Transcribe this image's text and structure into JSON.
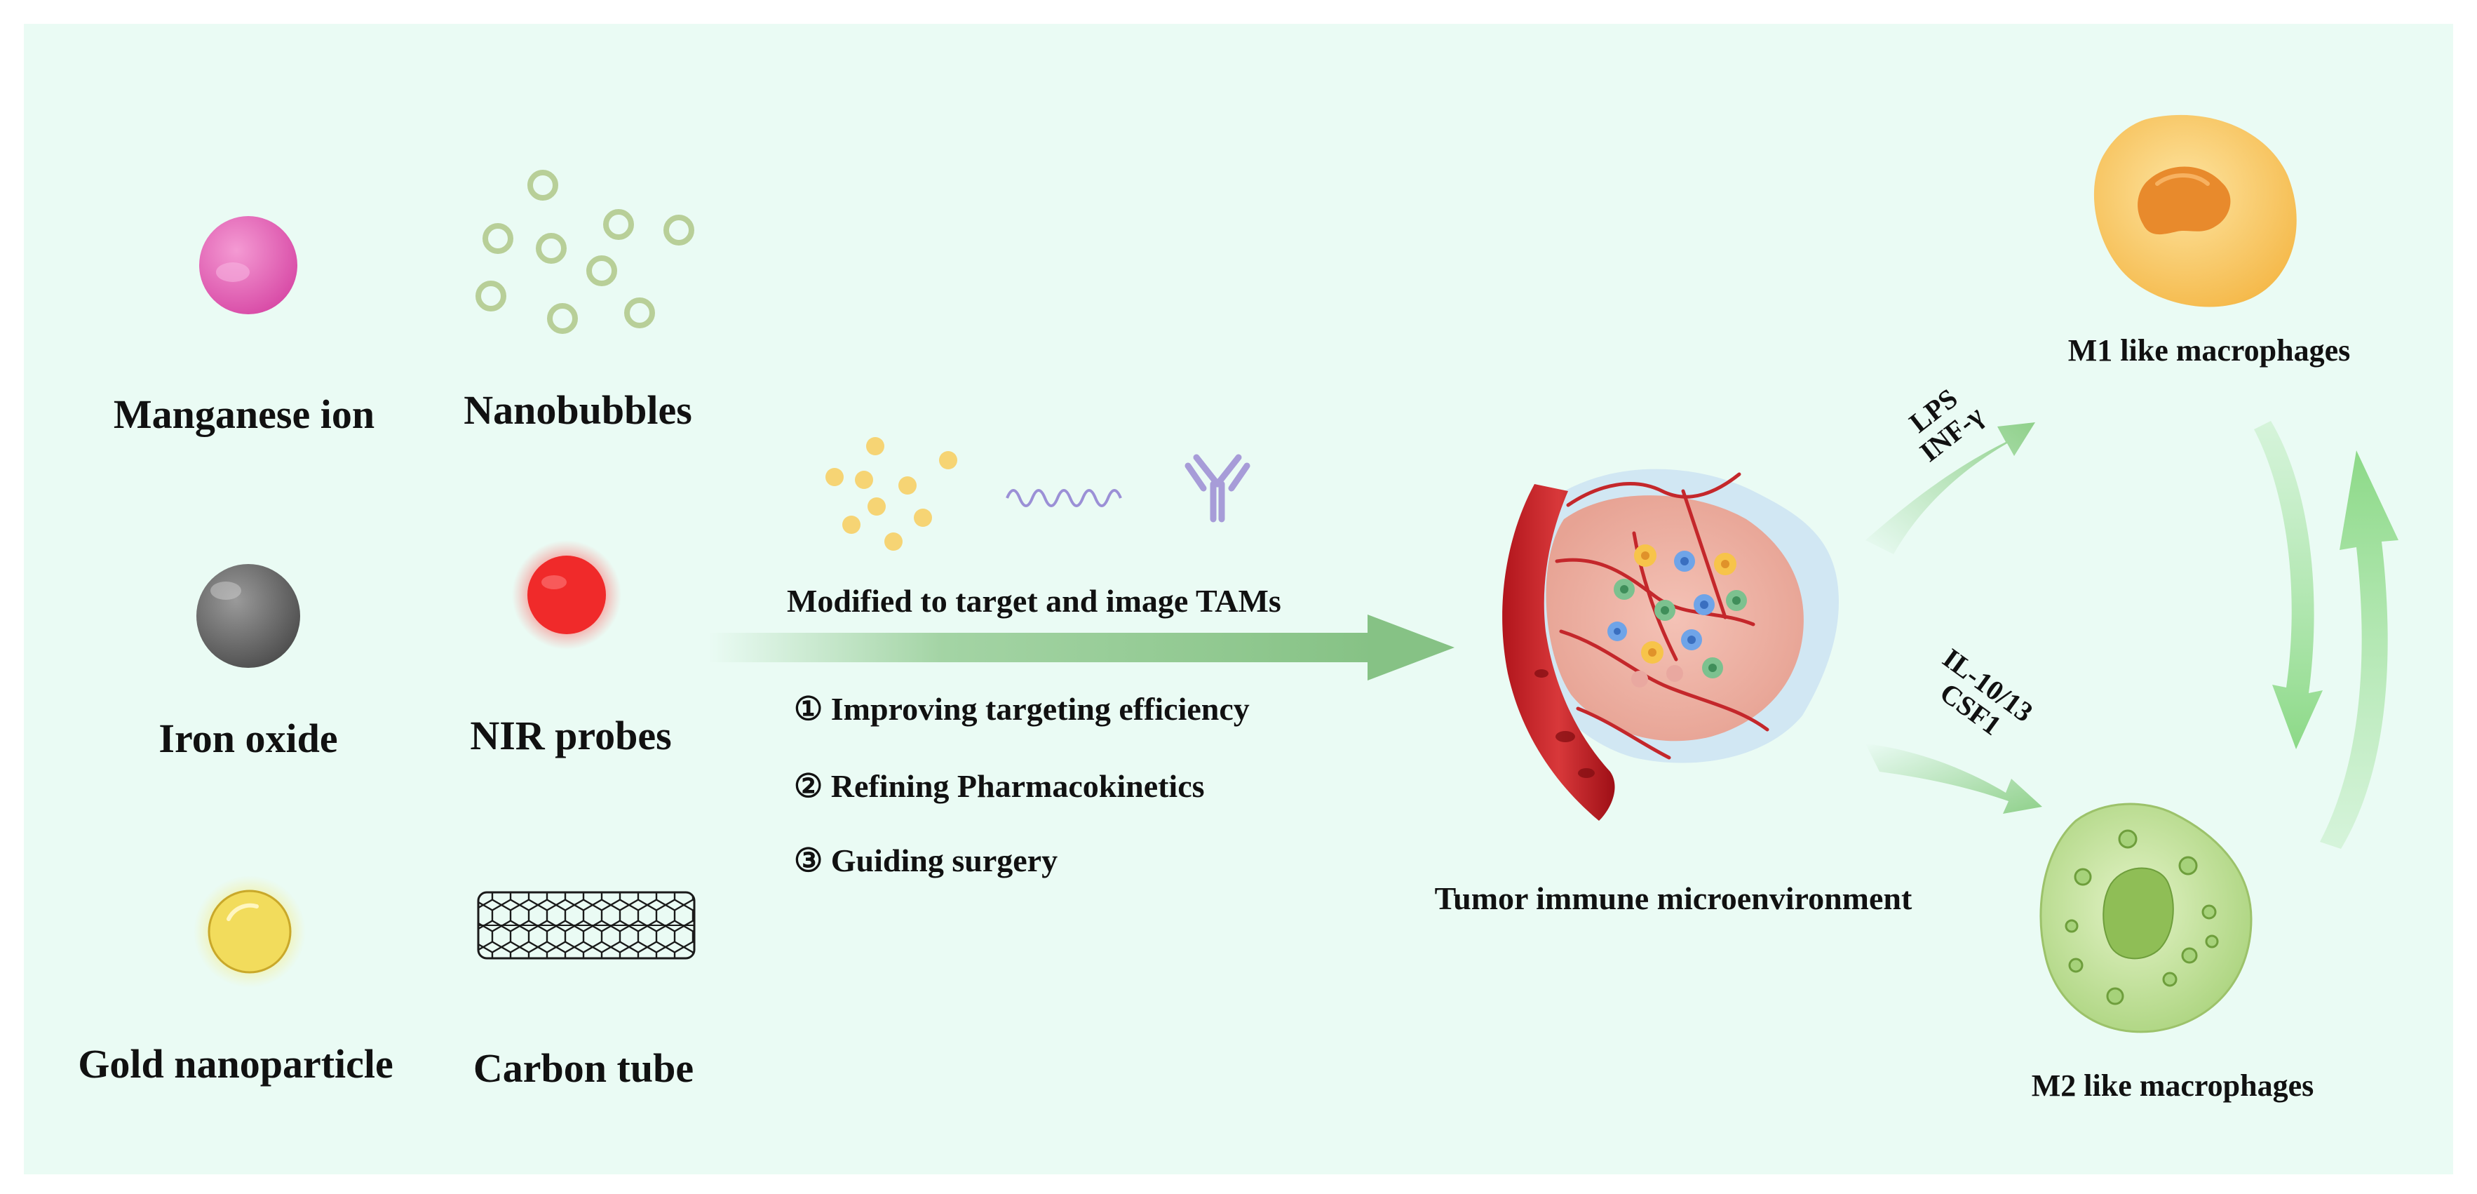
{
  "materials": {
    "manganese": "Manganese ion",
    "nanobubbles": "Nanobubbles",
    "iron_oxide": "Iron oxide",
    "nir": "NIR probes",
    "gold": "Gold nanoparticle",
    "carbon": "Carbon tube"
  },
  "process": {
    "modified": "Modified to target and image TAMs",
    "steps": [
      "① Improving targeting efficiency",
      "② Refining Pharmacokinetics",
      "③ Guiding surgery"
    ]
  },
  "tumor": {
    "label": "Tumor immune microenvironment"
  },
  "macrophages": {
    "m1": "M1  like macrophages",
    "m2": "M2 like macrophages",
    "m1_stimuli_1": "LPS",
    "m1_stimuli_2": "INF-γ",
    "m2_stimuli_1": "IL-10/13",
    "m2_stimuli_2": "CSF1"
  },
  "colors": {
    "background": "#eafbf4",
    "arrow_green": "#8cc78a",
    "manganese": "#e05fb0",
    "iron": "#6f6f6f",
    "nir": "#f03030",
    "gold": "#f2dc5c",
    "m1": "#f8c45e",
    "m2": "#b9dc8a"
  }
}
